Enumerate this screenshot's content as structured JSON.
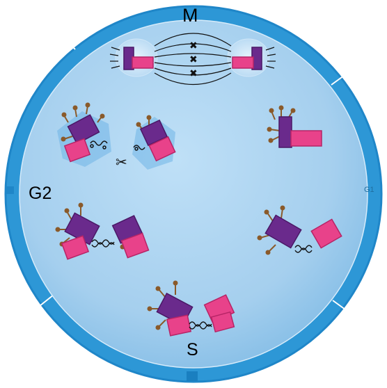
{
  "diagram": {
    "phases": {
      "m": "M",
      "g2": "G2",
      "s": "S",
      "g1": "G1"
    },
    "colors": {
      "ring": "#2d97d6",
      "ring_segment_dark": "#1f86c8",
      "inner_disc": "#a9d2f0",
      "inner_disc_edge": "#7fbbe6",
      "purple": "#6a2a8c",
      "purple_dark": "#4a1866",
      "pink": "#e8428a",
      "pink_dark": "#b62466",
      "stalk": "#8a5a2a",
      "dna": "#000000",
      "spindle": "#000000",
      "pole_halo": "#d8ecfb"
    },
    "icons": [
      "spindle-pole-body-icon",
      "kinetochore-complex-icon",
      "chromosome-icon",
      "dna-strand-icon"
    ]
  }
}
